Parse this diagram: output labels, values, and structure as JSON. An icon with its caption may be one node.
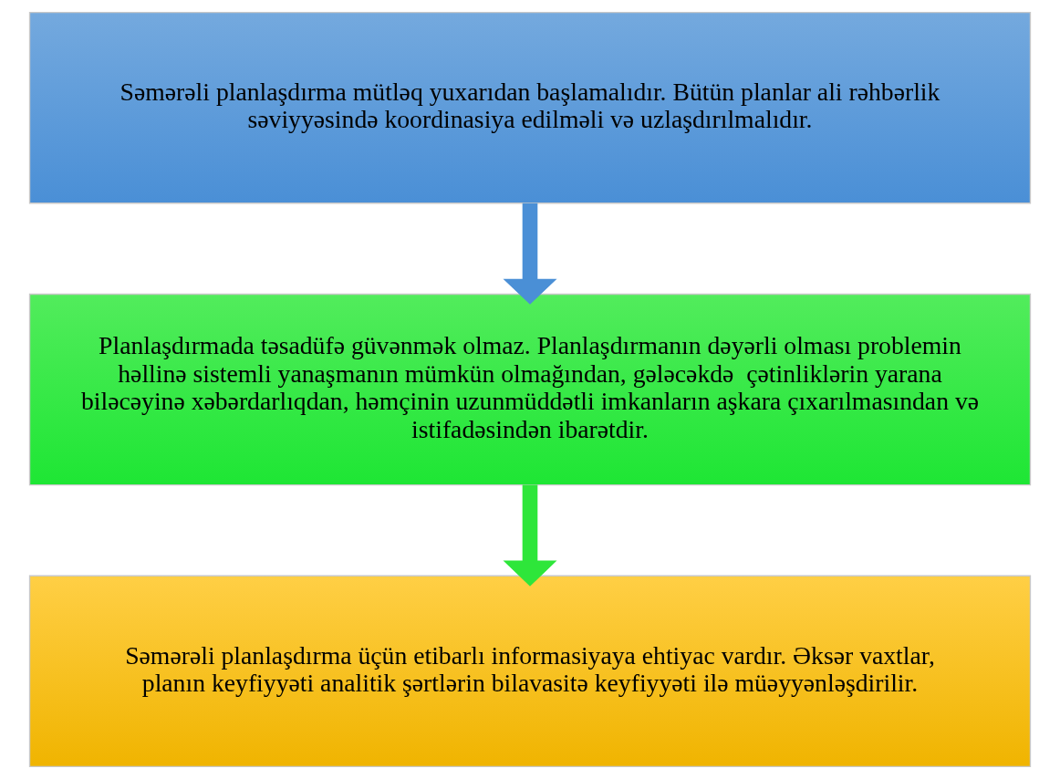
{
  "diagram": {
    "nodes": [
      {
        "text": [
          "Səmərəli planlaşdırma mütləq yuxarıdan başlamalıdır. Bütün planlar ali rəhbərlik səviyyəsində koordinasiya edilməli və uzlaşdırılmalıdır."
        ]
      },
      {
        "text": [
          "Planlaşdırmada təsadüfə güvənmək olmaz. Planlaşdırmanın dəyərli olması problemin həllinə sistemli yanaşmanın mümkün olmağından, gələcəkdə  çətinliklərin yarana biləcəyinə xəbərdarlıqdan, həmçinin uzunmüddətli imkanların aşkara çıxarılmasından və istifadəsindən ibarətdir."
        ]
      },
      {
        "text": [
          "Səmərəli planlaşdırma üçün etibarlı informasiyaya ehtiyac vardır. Əksər vaxtlar, planın keyfiyyəti analitik şərtlərin bilavasitə keyfiyyəti ilə müəyyənləşdirilir."
        ]
      }
    ],
    "edges": [
      {
        "from": 0,
        "to": 1,
        "arrow": "to",
        "color": "#4a8fd6"
      },
      {
        "from": 1,
        "to": 2,
        "arrow": "to",
        "color": "#2ee63a"
      }
    ]
  }
}
